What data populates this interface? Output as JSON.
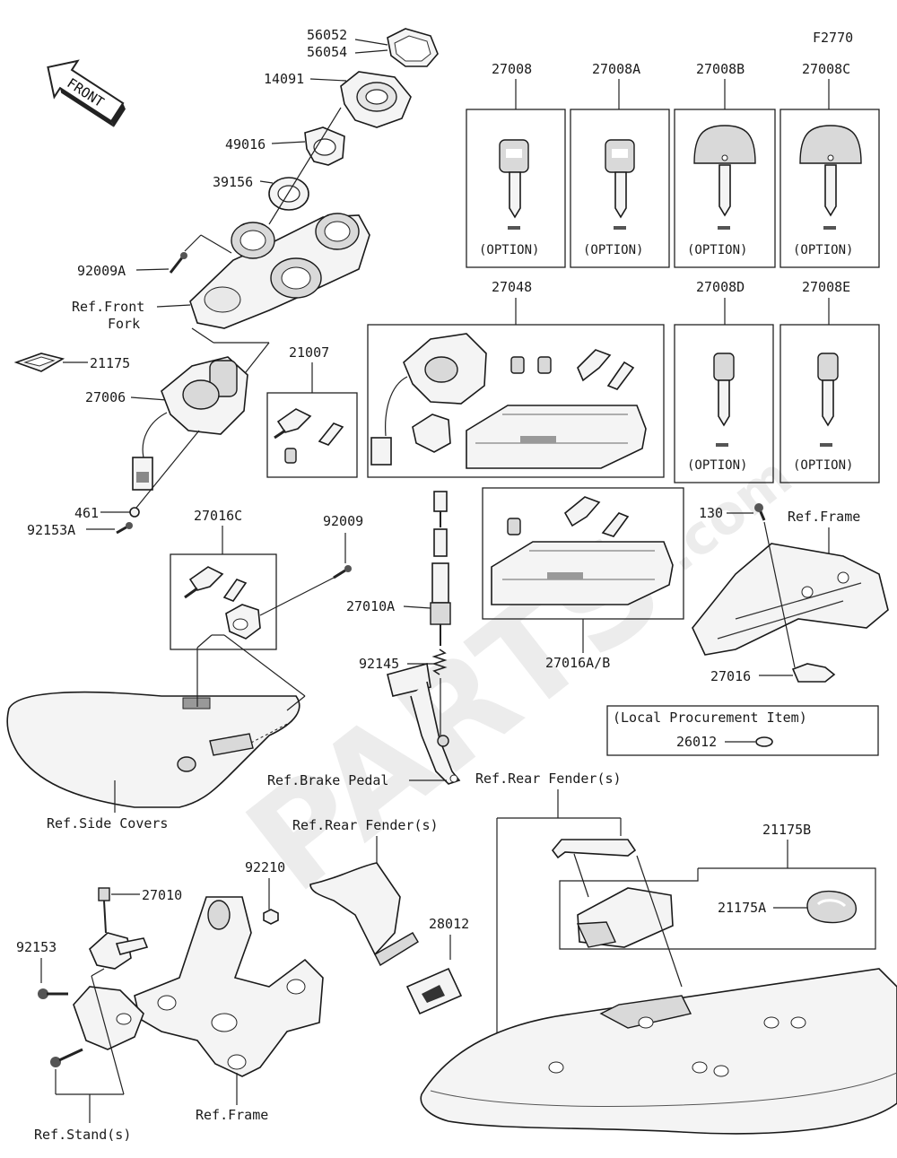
{
  "figure_code": "F2770",
  "front_arrow": "FRONT",
  "watermark": {
    "main": "PARTS",
    "suffix": ".com"
  },
  "option_label": "(OPTION)",
  "local_procurement": {
    "title": "(Local Procurement Item)",
    "part": "26012"
  },
  "parts": {
    "p56052": "56052",
    "p56054": "56054",
    "p14091": "14091",
    "p49016": "49016",
    "p39156": "39156",
    "p92009A": "92009A",
    "p21175": "21175",
    "p27006": "27006",
    "p461": "461",
    "p92153A": "92153A",
    "p21007": "21007",
    "p27048": "27048",
    "p27008": "27008",
    "p27008A": "27008A",
    "p27008B": "27008B",
    "p27008C": "27008C",
    "p27008D": "27008D",
    "p27008E": "27008E",
    "p27016C": "27016C",
    "p92009": "92009",
    "p27010A": "27010A",
    "p92145": "92145",
    "p27016AB": "27016A/B",
    "p130": "130",
    "p27016": "27016",
    "p21175B": "21175B",
    "p21175A": "21175A",
    "p27010": "27010",
    "p92210": "92210",
    "p28012": "28012",
    "p92153": "92153"
  },
  "refs": {
    "front_fork_1": "Ref.Front",
    "front_fork_2": "Fork",
    "frame_top": "Ref.Frame",
    "brake_pedal": "Ref.Brake Pedal",
    "rear_fender_1": "Ref.Rear Fender(s)",
    "rear_fender_2": "Ref.Rear Fender(s)",
    "side_covers": "Ref.Side Covers",
    "frame_bottom": "Ref.Frame",
    "stands": "Ref.Stand(s)"
  }
}
